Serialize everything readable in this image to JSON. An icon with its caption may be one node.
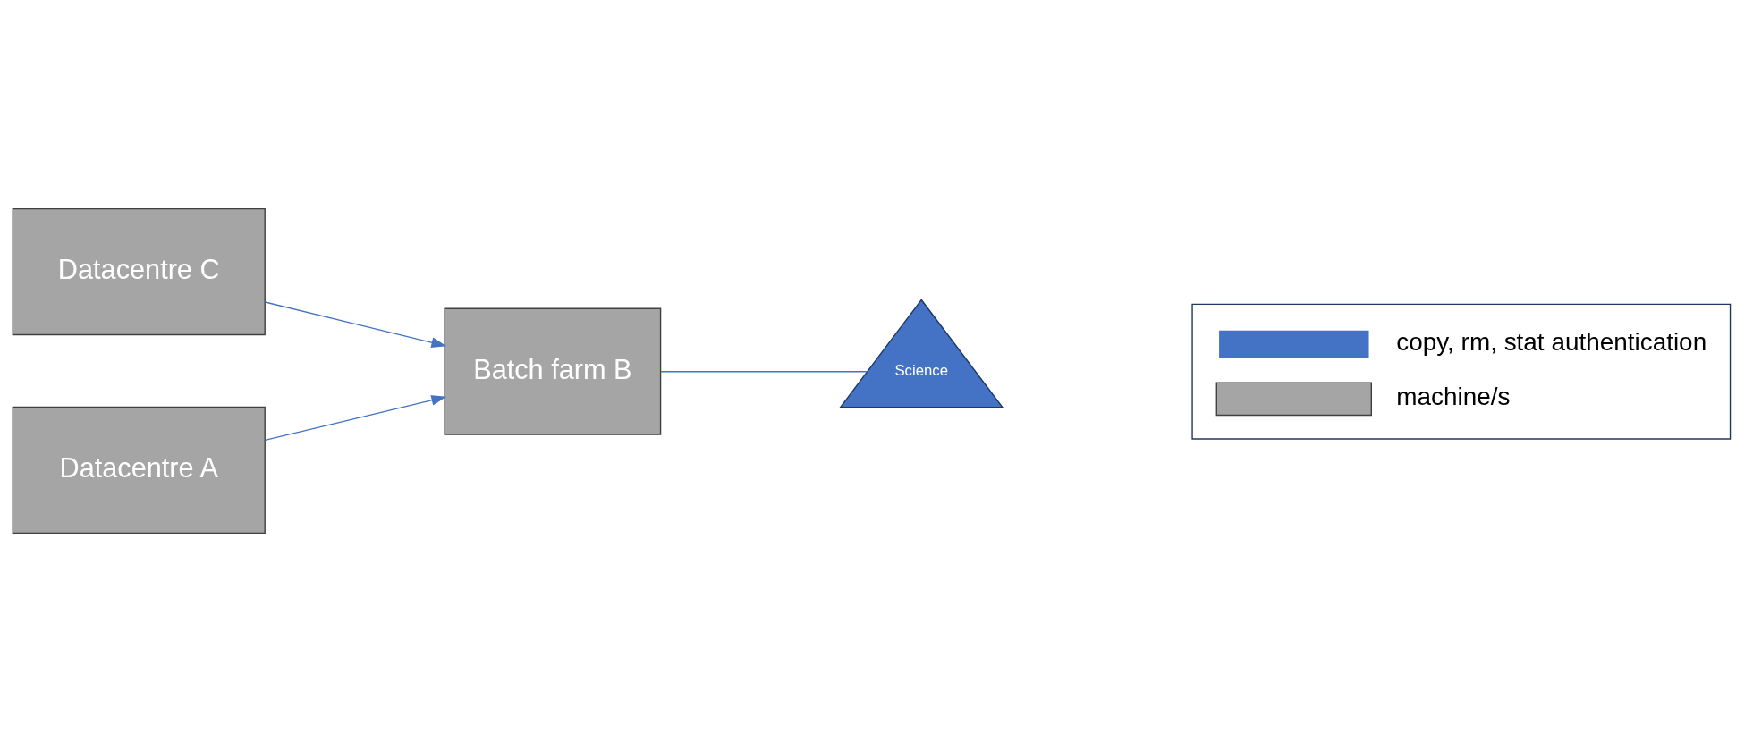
{
  "diagram": {
    "nodes": [
      {
        "text": [
          "Datacentre C"
        ]
      },
      {
        "text": [
          "Datacentre A"
        ]
      },
      {
        "text": [
          "Batch farm B"
        ]
      },
      {
        "text": [
          "Science"
        ]
      }
    ],
    "edges": [
      {
        "from": 0,
        "to": 2,
        "arrow": "to"
      },
      {
        "from": 1,
        "to": 2,
        "arrow": "to"
      },
      {
        "from": 2,
        "to": 3,
        "arrow": "none"
      }
    ],
    "legend": [
      {
        "text": "copy, rm, stat authentication"
      },
      {
        "text": "machine/s",
        "color": "#a5a5a5"
      }
    ]
  }
}
